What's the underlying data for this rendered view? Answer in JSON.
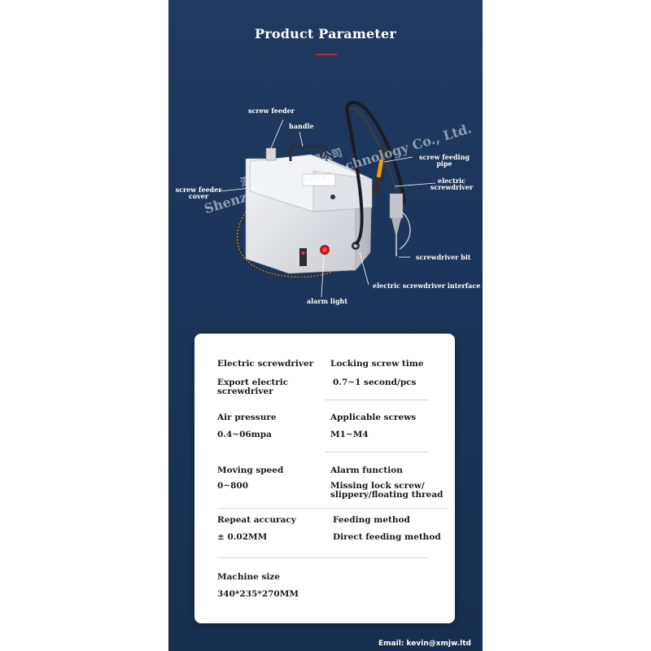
{
  "title": "Product Parameter",
  "colors": {
    "background": "#1b365a",
    "accent": "#c2262e",
    "card": "#ffffff"
  },
  "callouts": {
    "screw_feeder": "screw feeder",
    "handle": "handle",
    "screw_feeder_cover_1": "screw feeder",
    "screw_feeder_cover_2": "cover",
    "screw_feeding_pipe_1": "screw feeding",
    "screw_feeding_pipe_2": "pipe",
    "electric_screwdriver_1": "electric",
    "electric_screwdriver_2": "screwdriver",
    "screwdriver_bit": "screwdriver bit",
    "interface": "electric screwdriver interface",
    "alarm_light": "alarm light"
  },
  "watermark": {
    "chinese": "深圳铭控科技有限公司",
    "english": "Shenzhen Yiqong Technology Co., Ltd."
  },
  "specs": [
    {
      "left_label": "Electric screwdriver",
      "left_value": "Export electric screwdriver",
      "right_label": "Locking screw time",
      "right_value": "0.7~1 second/pcs"
    },
    {
      "left_label": "Air pressure",
      "left_value": "0.4~06mpa",
      "right_label": "Applicable screws",
      "right_value": "M1~M4"
    },
    {
      "left_label": "Moving speed",
      "left_value": "0~800",
      "right_label": "Alarm function",
      "right_value": "Missing lock screw/ slippery/floating thread"
    },
    {
      "left_label": "Repeat accuracy",
      "left_value": "± 0.02MM",
      "right_label": "Feeding method",
      "right_value": "Direct feeding method"
    },
    {
      "left_label": "Machine size",
      "left_value": "340*235*270MM",
      "right_label": "",
      "right_value": ""
    }
  ],
  "email": "Email: kevin@xmjw.ltd"
}
